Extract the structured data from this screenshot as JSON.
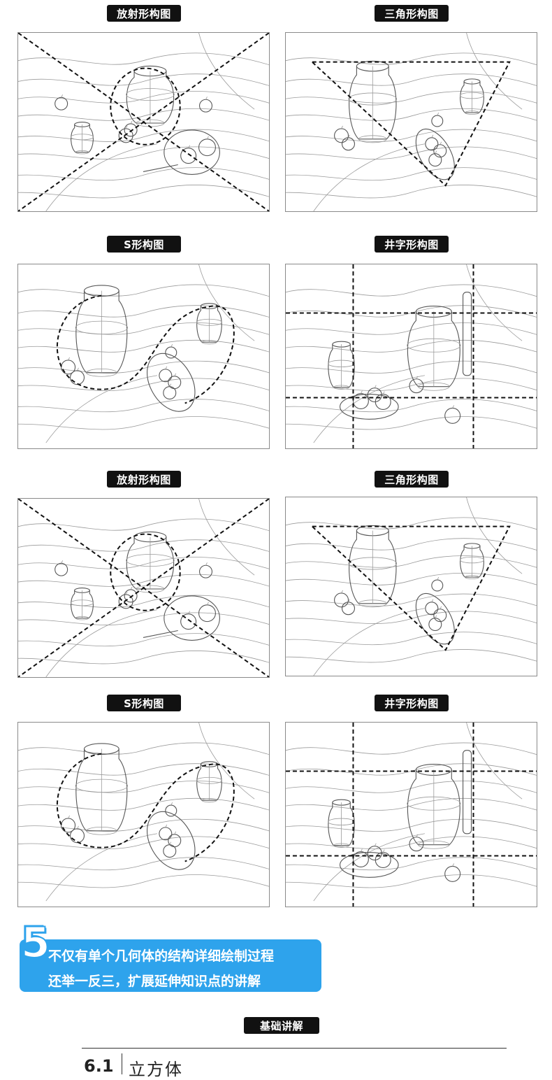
{
  "panels": [
    {
      "label": "放射形构图",
      "type": "radial"
    },
    {
      "label": "三角形构图",
      "type": "triangle"
    },
    {
      "label": "S形构图",
      "type": "s"
    },
    {
      "label": "井字形构图",
      "type": "grid"
    },
    {
      "label": "放射形构图",
      "type": "radial"
    },
    {
      "label": "三角形构图",
      "type": "triangle"
    },
    {
      "label": "S形构图",
      "type": "s"
    },
    {
      "label": "井字形构图",
      "type": "grid"
    }
  ],
  "banner": {
    "number": "5",
    "line1": "不仅有单个几何体的结构详细绘制过程",
    "line2": "还举一反三，扩展延伸知识点的讲解",
    "color": "#2ea3ec"
  },
  "section_label": "基础讲解",
  "chapter": {
    "number": "6.1",
    "title": "立方体"
  }
}
